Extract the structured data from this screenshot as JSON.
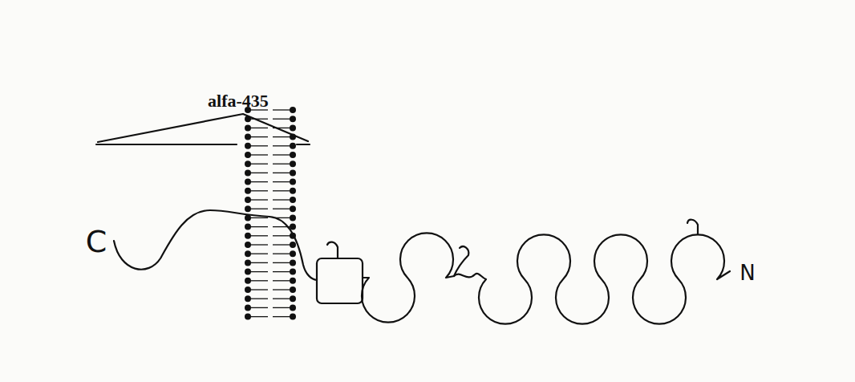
{
  "diagram": {
    "labels": [
      "alfa-435",
      "C",
      "N"
    ]
  }
}
